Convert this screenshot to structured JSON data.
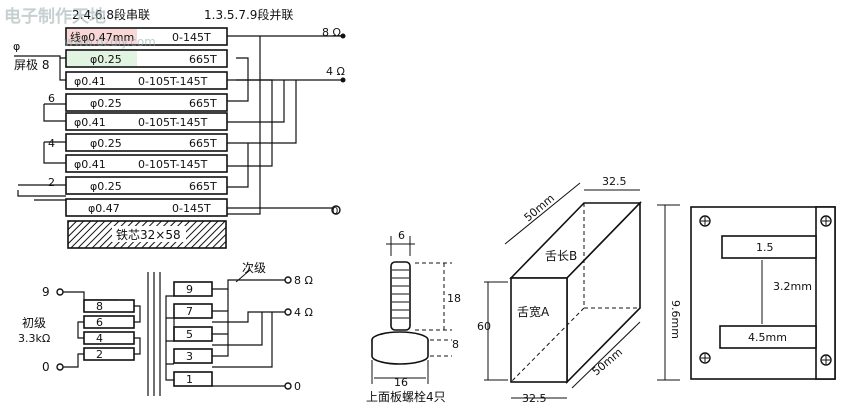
{
  "watermark": {
    "site": "电子制作天地",
    "url": "www.dzdiy.com"
  },
  "winding_diagram": {
    "header_left": "2.4.6.8段串联",
    "header_right": "1.3.5.7.9段并联",
    "screen_label": "屏极 8",
    "out_8ohm": "8 Ω",
    "out_4ohm": "4 Ω",
    "tap_6": "6",
    "tap_4": "4",
    "tap_2": "2",
    "rows": [
      {
        "wire": "线φ0.47mm",
        "turns": "0-145T"
      },
      {
        "wire": "φ0.25",
        "turns": "665T"
      },
      {
        "wire": "φ0.41",
        "turns": "0-105T-145T"
      },
      {
        "wire": "φ0.25",
        "turns": "665T"
      },
      {
        "wire": "φ0.41",
        "turns": "0-105T-145T"
      },
      {
        "wire": "φ0.25",
        "turns": "665T"
      },
      {
        "wire": "φ0.41",
        "turns": "0-105T-145T"
      },
      {
        "wire": "φ0.25",
        "turns": "665T"
      },
      {
        "wire": "φ0.47",
        "turns": "0-145T"
      }
    ],
    "core_label": "铁芯32×58"
  },
  "schematic": {
    "primary_label": "初级",
    "primary_impedance": "3.3kΩ",
    "secondary_label": "次级",
    "primary_terminals": [
      "9",
      "0"
    ],
    "primary_sections": [
      "8",
      "6",
      "4",
      "2"
    ],
    "secondary_sections": [
      "9",
      "7",
      "5",
      "3",
      "1"
    ],
    "out_8ohm": "8 Ω",
    "out_4ohm": "4 Ω",
    "out_0": "0"
  },
  "bolt": {
    "dim_top": "6",
    "dim_mid": "18",
    "dim_low": "8",
    "dim_bottom": "16",
    "caption": "上面板螺栓4只"
  },
  "core_block": {
    "dim_depth_top": "32.5",
    "dim_len": "50mm",
    "tongue_len": "舌长B",
    "tongue_width": "舌宽A",
    "dim_height": "60",
    "dim_len2": "50mm",
    "dim_width": "32.5"
  },
  "plate": {
    "dim_overall": "9.6mm",
    "slot1": "1.5",
    "dim_mid": "3.2mm",
    "slot2": "4.5mm"
  }
}
